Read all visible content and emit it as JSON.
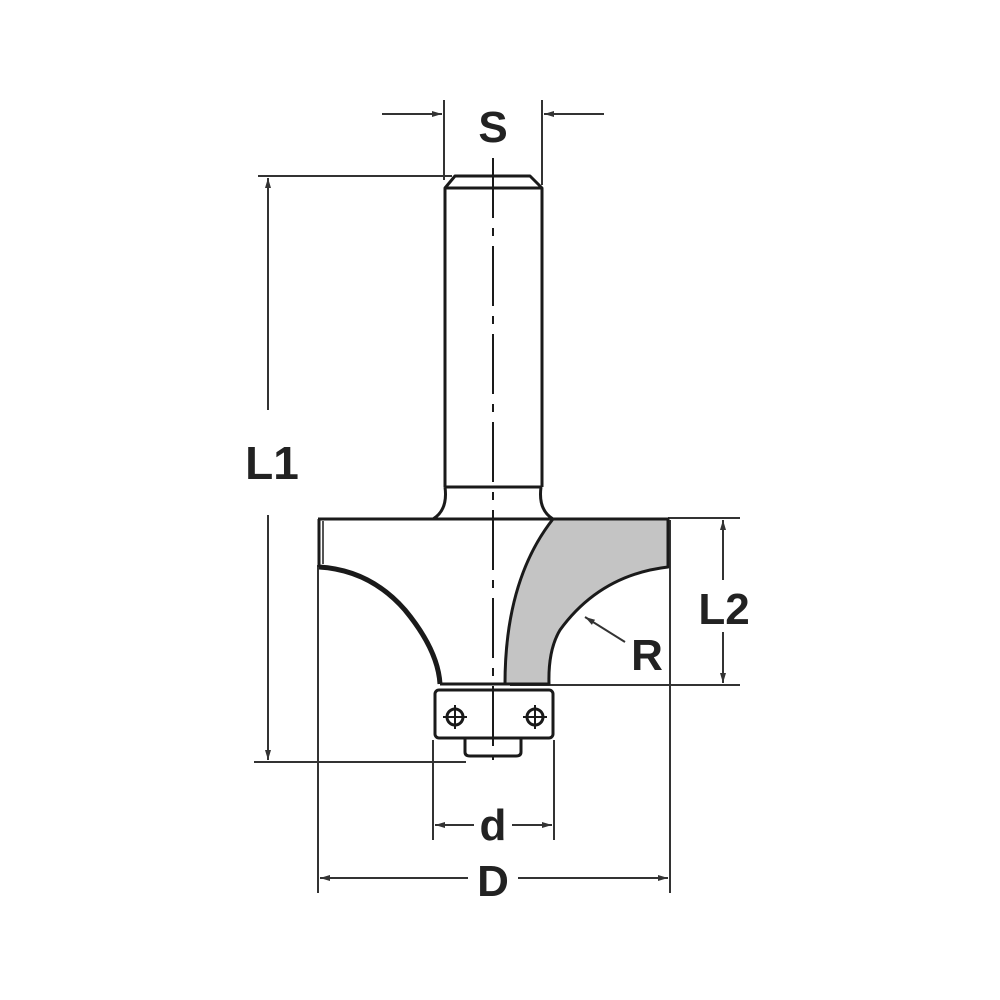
{
  "diagram": {
    "subject": "Router bit with bearing (round-over / cove profile)",
    "colors": {
      "outline": "#1a1a1a",
      "dimension_line": "#333333",
      "cutter_fill": "#c4c4c4",
      "background": "#ffffff"
    },
    "labels": {
      "shank_diameter": "S",
      "overall_length": "L1",
      "cutting_length": "L2",
      "radius": "R",
      "bearing_diameter": "d",
      "cutting_diameter": "D"
    }
  }
}
